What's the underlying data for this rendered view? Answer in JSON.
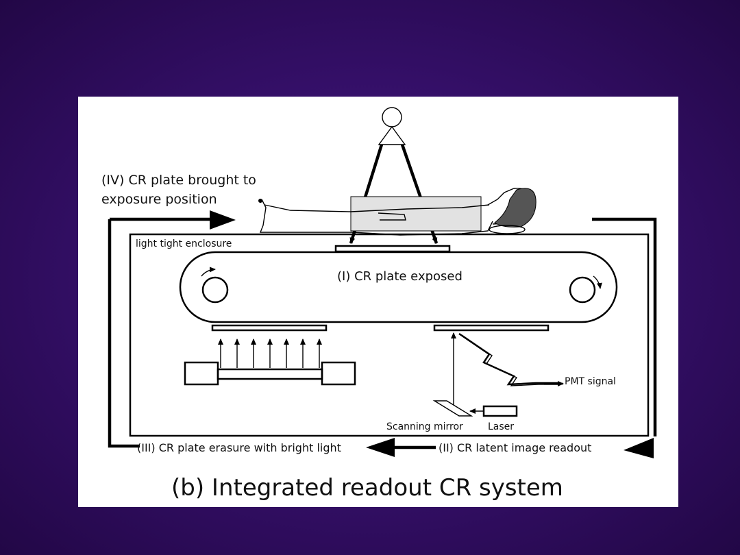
{
  "slide": {
    "colors": {
      "background": "#36106b",
      "panel": "#ffffff",
      "ink": "#000000"
    }
  },
  "diagram": {
    "title": "(b) Integrated readout CR system",
    "labels": {
      "step_iv": [
        "(IV) CR plate brought to",
        "exposure position"
      ],
      "enclosure": "light tight enclosure",
      "step_i": "(I) CR plate exposed",
      "pmt": "PMT signal",
      "mirror": "Scanning mirror",
      "laser": "Laser",
      "step_iii": "(III) CR plate erasure with bright light",
      "step_ii": "(II) CR latent image readout"
    },
    "icons": {
      "xray_source": "xray-tube-icon",
      "patient": "patient-lying-icon",
      "roller": "roller-icon",
      "erase_lamp": "erasure-lamp-icon",
      "laser_scanner": "laser-scanner-icon"
    }
  }
}
